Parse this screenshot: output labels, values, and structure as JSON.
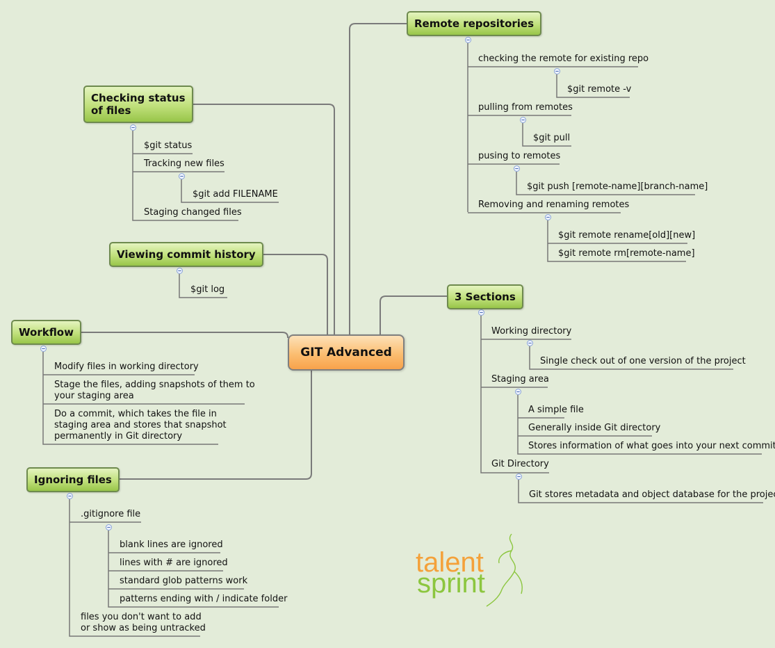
{
  "central": "GIT Advanced",
  "remote": {
    "title": "Remote repositories",
    "items": [
      {
        "label": "checking the remote for existing repo",
        "sub": [
          "$git remote -v"
        ]
      },
      {
        "label": "pulling from remotes",
        "sub": [
          "$git pull"
        ]
      },
      {
        "label": "pusing to remotes",
        "sub": [
          "$git push [remote-name][branch-name]"
        ]
      },
      {
        "label": "Removing and renaming remotes",
        "sub": [
          "$git remote rename[old][new]",
          "$git remote rm[remote-name]"
        ]
      }
    ]
  },
  "status": {
    "title_line1": "Checking status",
    "title_line2": "of files",
    "items": [
      {
        "label": "$git status"
      },
      {
        "label": "Tracking new files",
        "sub": [
          "$git add FILENAME"
        ]
      },
      {
        "label": "Staging changed files"
      }
    ]
  },
  "history": {
    "title": "Viewing commit history",
    "items": [
      "$git log"
    ]
  },
  "workflow": {
    "title": "Workflow",
    "items": [
      [
        "Modify files in working directory"
      ],
      [
        "Stage the files, adding snapshots of them to",
        "your staging area"
      ],
      [
        "Do a commit, which takes the file in",
        "staging area and stores that snapshot",
        "permanently in Git directory"
      ]
    ]
  },
  "ignoring": {
    "title": "Ignoring files",
    "items": [
      {
        "label": ".gitignore file",
        "sub": [
          "blank lines are ignored",
          "lines with # are ignored",
          "standard glob patterns work",
          "patterns ending with / indicate folder"
        ]
      },
      {
        "label_lines": [
          "files you don't want to add",
          "or show as being untracked"
        ]
      }
    ]
  },
  "sections": {
    "title": "3 Sections",
    "items": [
      {
        "label": "Working directory",
        "sub": [
          "Single check out of one version of the project"
        ]
      },
      {
        "label": "Staging area",
        "sub": [
          "A simple file",
          "Generally inside Git directory",
          "Stores information of what goes into your next commit"
        ]
      },
      {
        "label": "Git Directory",
        "sub": [
          "Git stores metadata and object database for the project"
        ]
      }
    ]
  },
  "logo": {
    "line1": "talent",
    "line2": "sprint"
  },
  "colors": {
    "background": "#e3ecd9",
    "connector": "#7a7a7a",
    "topic": "#a6cf5a",
    "central": "#f9ad5c",
    "logo_orange": "#f4a13a",
    "logo_green": "#8cc63f"
  }
}
